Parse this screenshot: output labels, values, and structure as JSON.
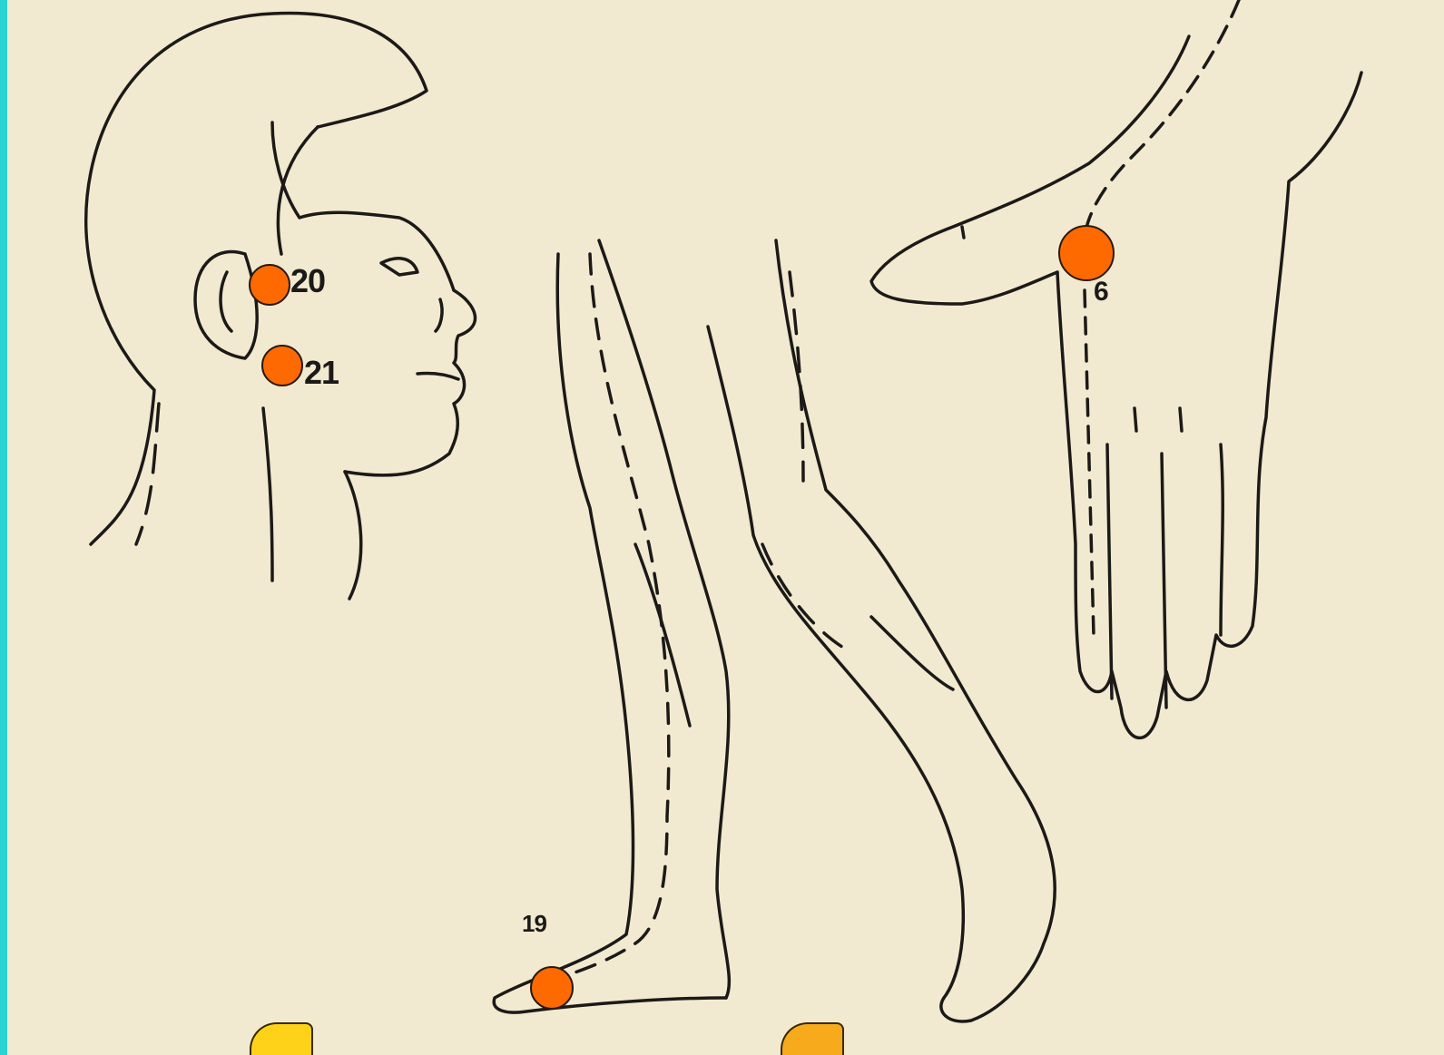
{
  "points": [
    {
      "id": "20",
      "label": "20"
    },
    {
      "id": "21",
      "label": "21"
    },
    {
      "id": "6",
      "label": "6"
    },
    {
      "id": "19",
      "label": "19"
    }
  ],
  "colors": {
    "background_border": "#2ad4d4",
    "paper": "#f1ead0",
    "point": "#ff6a00",
    "nav_left": "#ffd21a",
    "nav_right": "#f6aa1c"
  },
  "icons": {
    "nav_left": "previous-slide-icon",
    "nav_right": "next-slide-icon"
  }
}
